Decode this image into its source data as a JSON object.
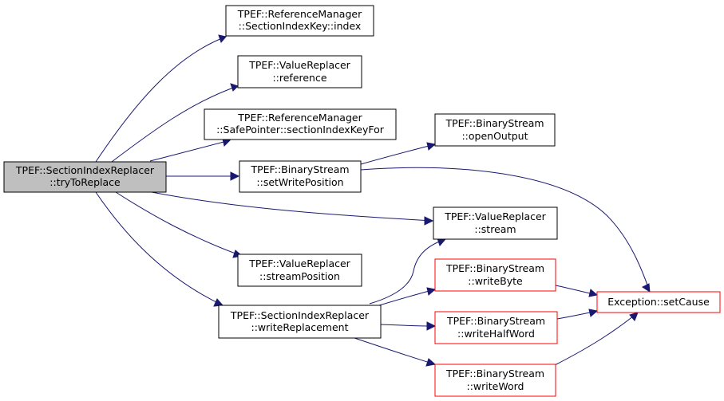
{
  "colors": {
    "edge": "#191970",
    "root_fill": "#bfbfbf",
    "node_border": "#000000",
    "external_border": "#ff0000",
    "background": "#ffffff"
  },
  "nodes": {
    "root": {
      "lines": [
        "TPEF::SectionIndexReplacer",
        "::tryToReplace"
      ]
    },
    "refmgr_index": {
      "lines": [
        "TPEF::ReferenceManager",
        "::SectionIndexKey::index"
      ]
    },
    "vr_reference": {
      "lines": [
        "TPEF::ValueReplacer",
        "::reference"
      ]
    },
    "refmgr_safeptr": {
      "lines": [
        "TPEF::ReferenceManager",
        "::SafePointer::sectionIndexKeyFor"
      ]
    },
    "bs_openoutput": {
      "lines": [
        "TPEF::BinaryStream",
        "::openOutput"
      ]
    },
    "bs_setwriteposition": {
      "lines": [
        "TPEF::BinaryStream",
        "::setWritePosition"
      ]
    },
    "vr_stream": {
      "lines": [
        "TPEF::ValueReplacer",
        "::stream"
      ]
    },
    "vr_streamposition": {
      "lines": [
        "TPEF::ValueReplacer",
        "::streamPosition"
      ]
    },
    "sir_writereplacement": {
      "lines": [
        "TPEF::SectionIndexReplacer",
        "::writeReplacement"
      ]
    },
    "bs_writebyte": {
      "lines": [
        "TPEF::BinaryStream",
        "::writeByte"
      ]
    },
    "bs_writehalfword": {
      "lines": [
        "TPEF::BinaryStream",
        "::writeHalfWord"
      ]
    },
    "bs_writeword": {
      "lines": [
        "TPEF::BinaryStream",
        "::writeWord"
      ]
    },
    "exc_setcause": {
      "lines": [
        "Exception::setCause"
      ]
    }
  }
}
